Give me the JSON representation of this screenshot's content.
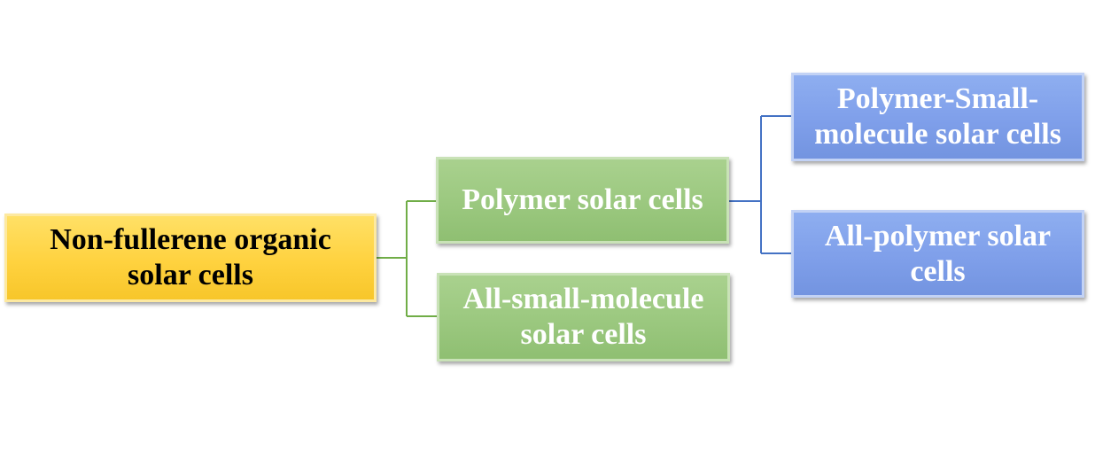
{
  "diagram": {
    "root": {
      "label": "Non-fullerene organic solar cells"
    },
    "level1": [
      {
        "label": "Polymer solar cells"
      },
      {
        "label": "All-small-molecule solar cells"
      }
    ],
    "level2": [
      {
        "label": "Polymer-Small-molecule solar cells"
      },
      {
        "label": "All-polymer solar cells"
      }
    ]
  },
  "colors": {
    "root_fill": "#ffd23f",
    "level1_fill": "#9bc87f",
    "level2_fill": "#7f9fea",
    "level1_connector": "#70ad47",
    "level2_connector": "#4472c4"
  }
}
